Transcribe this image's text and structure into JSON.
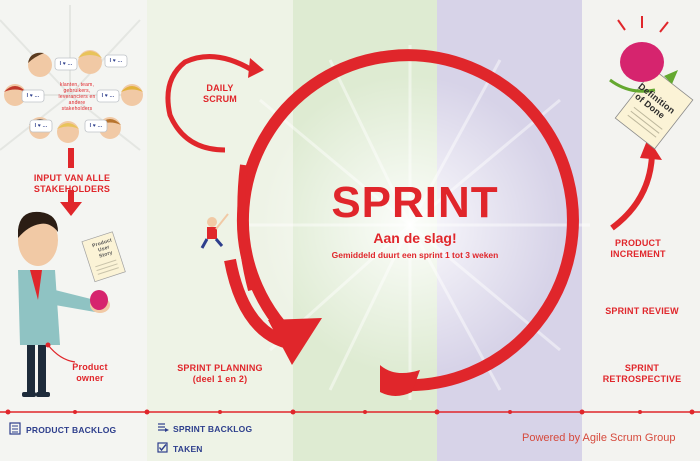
{
  "stakeholders": {
    "label": "INPUT VAN ALLE STAKEHOLDERS",
    "group_note": "klanten, team, gebruikers, leveranciers en andere stakeholders",
    "bubble_text": "I ♥ ..."
  },
  "product_owner": {
    "label": "Product owner",
    "document_text": "Product User Story"
  },
  "daily_scrum": {
    "label": "DAILY SCRUM"
  },
  "sprint": {
    "title": "SPRINT",
    "subtitle": "Aan de slag!",
    "duration": "Gemiddeld duurt een sprint 1 tot 3 weken"
  },
  "sprint_planning": {
    "label": "SPRINT PLANNING (deel 1 en 2)"
  },
  "definition_of_done": {
    "text": "Definition of Done"
  },
  "product_increment": {
    "label": "PRODUCT INCREMENT"
  },
  "sprint_review": {
    "label": "SPRINT REVIEW"
  },
  "sprint_retrospective": {
    "label": "SPRINT RETROSPECTIVE"
  },
  "bottom": {
    "product_backlog": "PRODUCT BACKLOG",
    "sprint_backlog": "SPRINT BACKLOG",
    "taken": "TAKEN"
  },
  "footer": {
    "powered_by": "Powered by Agile Scrum Group"
  },
  "colors": {
    "accent_red": "#e0262b",
    "navy": "#2d3e8c",
    "band_light": "#eef3e6",
    "band_green": "#deebd2",
    "band_mint": "#e8f1df",
    "band_purple": "#d7d3e8",
    "band_grey": "#f3f3f0"
  }
}
